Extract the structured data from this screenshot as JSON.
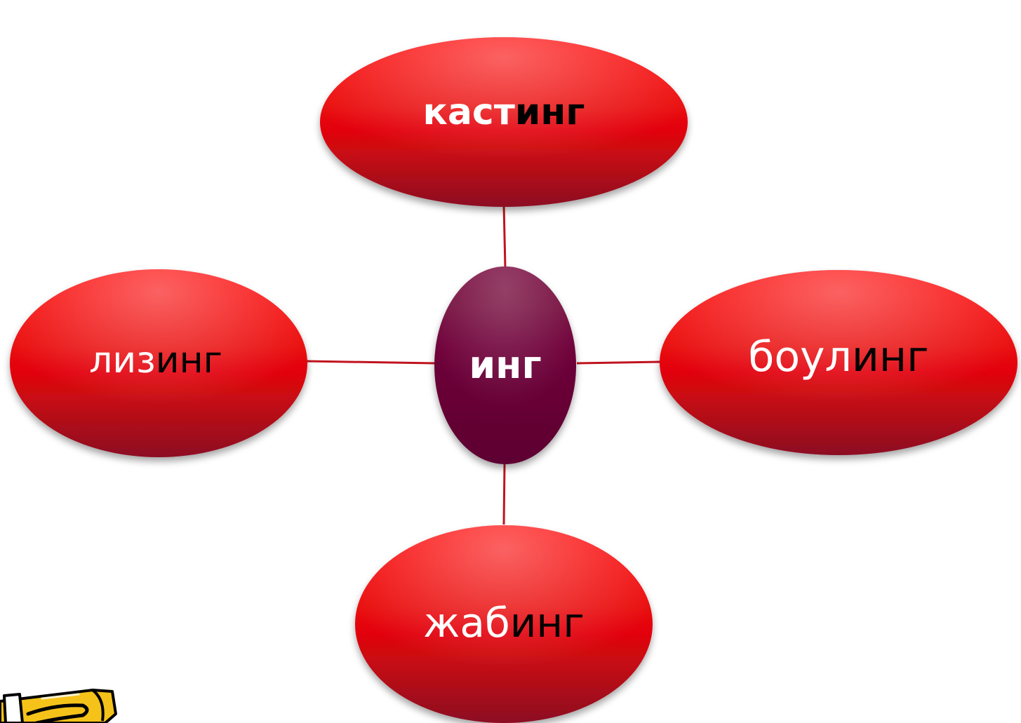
{
  "diagram": {
    "center": {
      "prefix": "",
      "suffix": "инг"
    },
    "nodes": [
      {
        "id": "top",
        "prefix": "каст",
        "suffix": "инг"
      },
      {
        "id": "left",
        "prefix": "лиз",
        "suffix": "инг"
      },
      {
        "id": "right",
        "prefix": "боул",
        "suffix": "инг"
      },
      {
        "id": "bottom",
        "prefix": "жаб",
        "suffix": "инг"
      }
    ]
  },
  "colors": {
    "node_fill_top": "#ff0a0a",
    "node_fill_bottom": "#8c0a22",
    "center_fill": "#6e0436",
    "connector": "#c0141e",
    "prefix_text": "#ffffff",
    "suffix_text": "#000000",
    "center_text": "#ffffff"
  },
  "decoration": {
    "corner_icon": "pencil-icon"
  }
}
